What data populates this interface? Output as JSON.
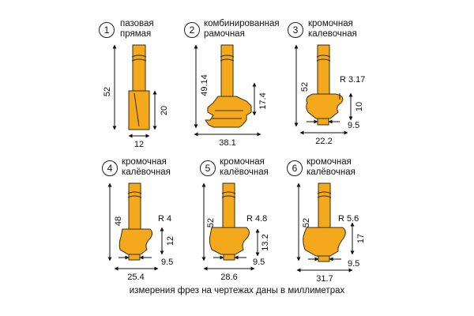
{
  "colors": {
    "body": "#F4A91C",
    "outline": "#3a2a10",
    "line": "#111111"
  },
  "items": [
    {
      "number": "1",
      "title_line1": "пазовая",
      "title_line2": "прямая",
      "dims": {
        "total": "52",
        "cut": "20",
        "width": "12"
      }
    },
    {
      "number": "2",
      "title_line1": "комбинированная",
      "title_line2": "рамочная",
      "dims": {
        "total": "49.14",
        "cut": "17.4",
        "width": "38.1"
      }
    },
    {
      "number": "3",
      "title_line1": "кромочная",
      "title_line2": "калевочная",
      "dims": {
        "total": "52",
        "radius": "R 3.17",
        "cut": "10",
        "bearing": "9.5",
        "width": "22.2"
      }
    },
    {
      "number": "4",
      "title_line1": "кромочная",
      "title_line2": "калёвочная",
      "dims": {
        "total": "48",
        "radius": "R 4",
        "cut": "12",
        "bearing": "9.5",
        "width": "25.4"
      }
    },
    {
      "number": "5",
      "title_line1": "кромочная",
      "title_line2": "калёвочная",
      "dims": {
        "total": "52",
        "radius": "R 4.8",
        "cut": "13.2",
        "bearing": "9.5",
        "width": "28.6"
      }
    },
    {
      "number": "6",
      "title_line1": "кромочная",
      "title_line2": "калёвочная",
      "dims": {
        "total": "52",
        "radius": "R 5.6",
        "cut": "17",
        "bearing": "9.5",
        "width": "31.7"
      }
    }
  ],
  "footer": "измерения фрез на чертежах даны в миллиметрах"
}
